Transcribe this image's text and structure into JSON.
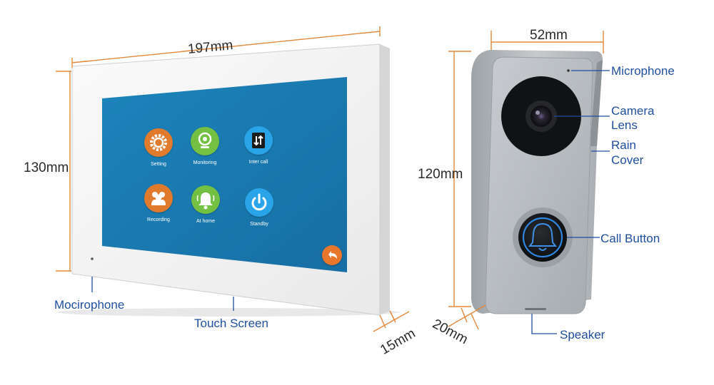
{
  "monitor": {
    "dimensions": {
      "width": "197mm",
      "height": "130mm",
      "depth": "15mm"
    },
    "callouts": {
      "microphone": "Mocirophone",
      "touch_screen": "Touch Screen"
    },
    "apps": [
      {
        "label": "Setting",
        "color": "#e07b2e",
        "icon": "gear-icon"
      },
      {
        "label": "Monitoring",
        "color": "#74c043",
        "icon": "camera-icon"
      },
      {
        "label": "Inter call",
        "color": "#2aa4e8",
        "icon": "intercom-icon"
      },
      {
        "label": "Recording",
        "color": "#e07b2e",
        "icon": "people-icon"
      },
      {
        "label": "At home",
        "color": "#74c043",
        "icon": "bell-icon"
      },
      {
        "label": "Standby",
        "color": "#2aa4e8",
        "icon": "power-icon"
      }
    ],
    "back_icon": "back-arrow-icon"
  },
  "doorbell": {
    "dimensions": {
      "width": "52mm",
      "height": "120mm",
      "depth": "20mm"
    },
    "callouts": {
      "microphone": "Microphone",
      "camera_line1": "Camera",
      "camera_line2": "Lens",
      "rain_line1": "Rain",
      "rain_line2": "Cover",
      "call_button": "Call Button",
      "speaker": "Speaker"
    }
  },
  "colors": {
    "accent_orange": "#e9772b",
    "callout_blue": "#1f4e9e",
    "screen_blue": "#1b7fb5"
  }
}
